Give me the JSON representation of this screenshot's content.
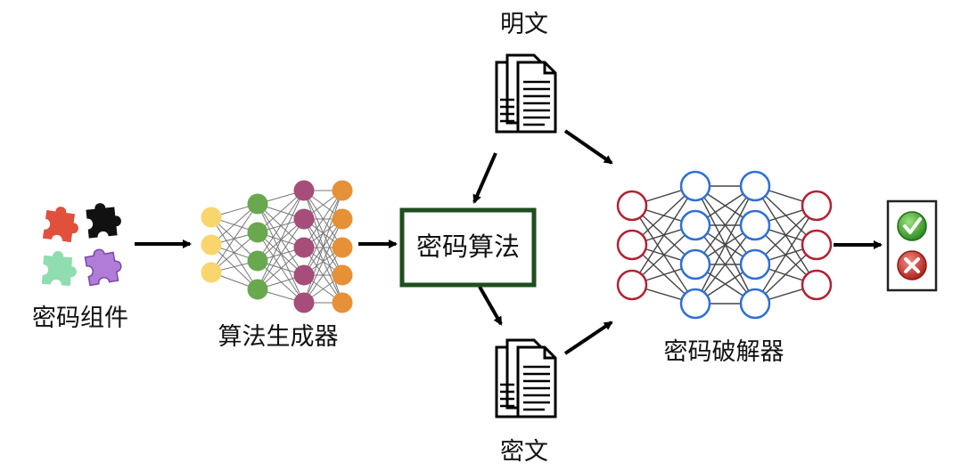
{
  "labels": {
    "plaintext": "明文",
    "ciphertext": "密文",
    "components": "密码组件",
    "generator": "算法生成器",
    "algorithm": "密码算法",
    "cracker": "密码破解器"
  },
  "colors": {
    "gen_layer1": "#F9D56E",
    "gen_layer2": "#6AA84F",
    "gen_layer3": "#A64D79",
    "gen_layer4": "#E69138",
    "crack_outer": "#B22234",
    "crack_inner": "#2F6FD6",
    "box_border": "#1F4E1F",
    "puzzle_red": "#E0503C",
    "puzzle_black": "#111111",
    "puzzle_green": "#8FDDB0",
    "puzzle_purple": "#B07CD8",
    "check_green": "#3FAA2E",
    "cross_red": "#C9302C"
  },
  "icons": {
    "components": "puzzle-pieces-icon",
    "documents": "document-stack-icon",
    "check": "check-icon",
    "cross": "cross-icon"
  }
}
